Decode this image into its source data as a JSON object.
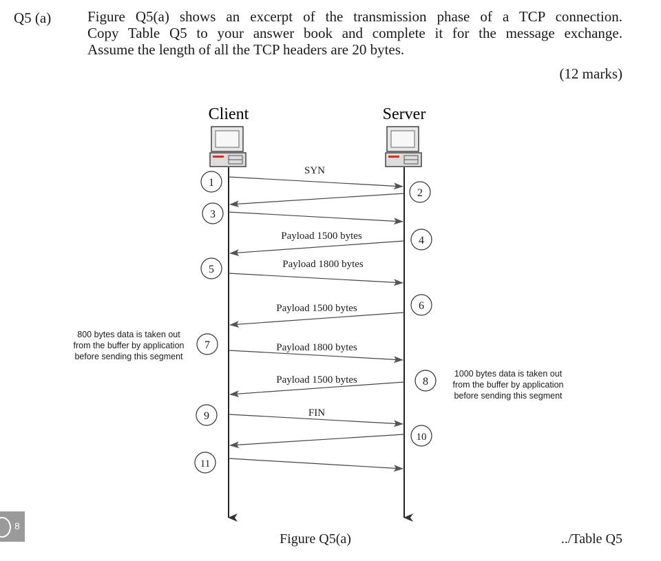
{
  "question": {
    "number": "Q5 (a)",
    "lines": [
      "Figure Q5(a) shows an excerpt of the transmission phase of a TCP connection.",
      "Copy Table Q5 to your answer book and complete it for the message exchange.",
      "Assume the length of all the TCP headers are 20 bytes."
    ],
    "marks": "(12 marks)"
  },
  "figure": {
    "client_label": "Client",
    "server_label": "Server",
    "steps": [
      "1",
      "2",
      "3",
      "4",
      "5",
      "6",
      "7",
      "8",
      "9",
      "10",
      "11"
    ],
    "messages": {
      "syn": "SYN",
      "m4": "Payload 1500 bytes",
      "m5": "Payload 1800 bytes",
      "m6": "Payload 1500 bytes",
      "m7": "Payload 1800 bytes",
      "m8": "Payload 1500 bytes",
      "fin": "FIN"
    },
    "notes": {
      "client": [
        "800 bytes data is taken out",
        "from the buffer by application",
        "before sending this segment"
      ],
      "server": [
        "1000 bytes data is taken out",
        "from the buffer by application",
        "before sending this segment"
      ]
    },
    "caption": "Figure Q5(a)"
  },
  "footer": {
    "continued": "../Table Q5",
    "page_number": "8"
  }
}
